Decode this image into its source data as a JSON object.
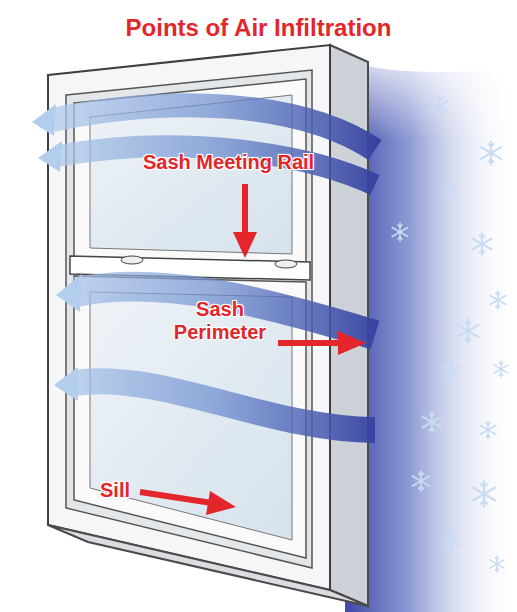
{
  "diagram": {
    "title": "Points of Air Infiltration",
    "labels": [
      "Sash Meeting Rail",
      "Sash Perimeter",
      "Sill"
    ]
  }
}
